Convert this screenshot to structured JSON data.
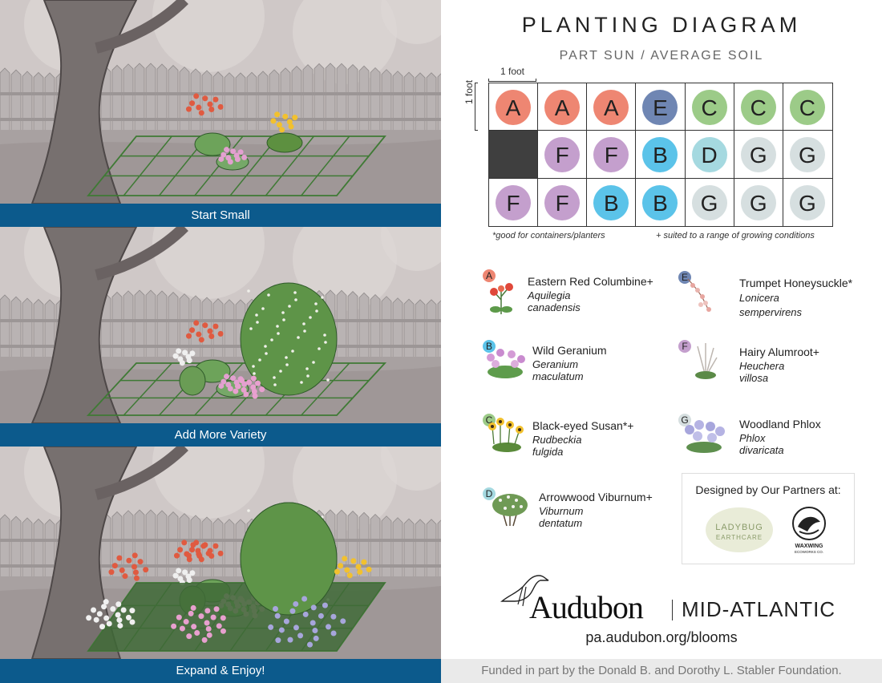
{
  "panels": [
    {
      "label": "Start Small",
      "stage": 1
    },
    {
      "label": "Add More Variety",
      "stage": 2
    },
    {
      "label": "Expand & Enjoy!",
      "stage": 3
    }
  ],
  "title": "PLANTING DIAGRAM",
  "subtitle": "PART SUN / AVERAGE SOIL",
  "dimension_label_top": "1 foot",
  "dimension_label_side": "1 foot",
  "grid": [
    [
      "A",
      "A",
      "A",
      "E",
      "C",
      "C",
      "C"
    ],
    [
      "",
      "F",
      "F",
      "B",
      "D",
      "G",
      "G"
    ],
    [
      "F",
      "F",
      "B",
      "B",
      "G",
      "G",
      "G"
    ]
  ],
  "colors": {
    "A": "#ee8672",
    "B": "#5bc3e9",
    "C": "#9ccb88",
    "D": "#a5d9e0",
    "E": "#6f86b3",
    "F": "#c49fcd",
    "G": "#d6dfe0"
  },
  "notes": {
    "left": "*good for containers/planters",
    "right": "+ suited to a range of growing conditions"
  },
  "legend": [
    {
      "key": "A",
      "name": "Eastern Red Columbine+",
      "sci": "Aquilegia canadensis"
    },
    {
      "key": "E",
      "name": "Trumpet Honeysuckle*",
      "sci": "Lonicera sempervirens"
    },
    {
      "key": "B",
      "name": "Wild Geranium",
      "sci": "Geranium maculatum"
    },
    {
      "key": "F",
      "name": "Hairy Alumroot+",
      "sci": "Heuchera villosa"
    },
    {
      "key": "C",
      "name": "Black-eyed Susan*+",
      "sci": "Rudbeckia fulgida"
    },
    {
      "key": "G",
      "name": "Woodland Phlox",
      "sci": "Phlox divaricata"
    },
    {
      "key": "D",
      "name": "Arrowwood Viburnum+",
      "sci": "Viburnum dentatum"
    }
  ],
  "partners": {
    "heading": "Designed by Our Partners at:",
    "logo1": "LADYBUG EARTHCARE",
    "logo2": "WAXWING ECOWORKS CO."
  },
  "brand": {
    "name": "Audubon",
    "region": "MID-ATLANTIC"
  },
  "url": "pa.audubon.org/blooms",
  "funded": "Funded in part by the Donald B. and Dorothy L. Stabler Foundation."
}
